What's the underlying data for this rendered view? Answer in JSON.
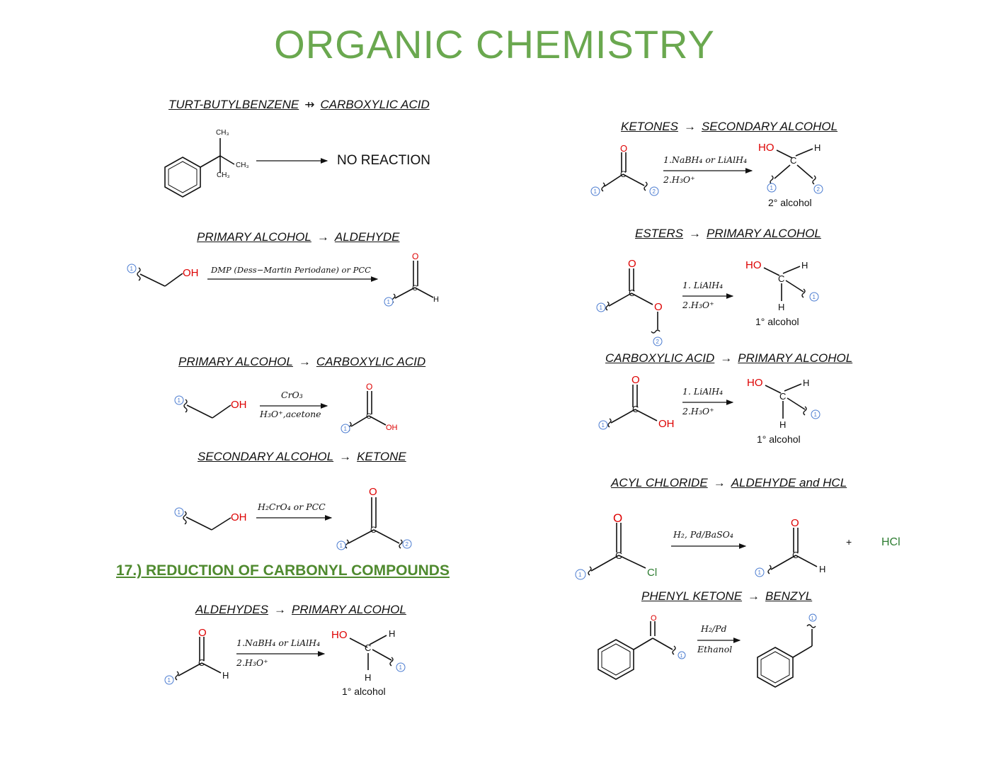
{
  "title": "ORGANIC CHEMISTRY",
  "section_heading": "17.) REDUCTION OF CARBONYL COMPOUNDS",
  "reactions": {
    "r1": {
      "reactant": "TURT-BUTYLBENZENE",
      "symbol": "⇸",
      "product": "CARBOXYLIC ACID",
      "result": "NO REACTION",
      "sub1": "CH₃",
      "sub2": "CH₃",
      "sub3": "CH₃"
    },
    "r2": {
      "reactant": "PRIMARY ALCOHOL",
      "symbol": "→",
      "product": "ALDEHYDE",
      "reagent": "DMP (Dess−Martin Periodane) or PCC"
    },
    "r3": {
      "reactant": "PRIMARY ALCOHOL",
      "symbol": "→",
      "product": "CARBOXYLIC ACID",
      "reagent_top": "CrO₃",
      "reagent_bottom": "H₃O⁺,acetone"
    },
    "r4": {
      "reactant": "SECONDARY ALCOHOL",
      "symbol": "→",
      "product": "KETONE",
      "reagent": "H₂CrO₄ or PCC"
    },
    "r5": {
      "reactant": "ALDEHYDES",
      "symbol": "→",
      "product": "PRIMARY ALCOHOL",
      "reagent_top": "1.NaBH₄ or LiAlH₄",
      "reagent_bottom": "2.H₃O⁺",
      "product_label": "1° alcohol"
    },
    "r6": {
      "reactant": "KETONES",
      "symbol": "→",
      "product": "SECONDARY ALCOHOL",
      "reagent_top": "1.NaBH₄ or LiAlH₄",
      "reagent_bottom": "2.H₃O⁺",
      "product_label": "2° alcohol"
    },
    "r7": {
      "reactant": "ESTERS",
      "symbol": "→",
      "product": "PRIMARY ALCOHOL",
      "reagent_top": "1. LiAlH₄",
      "reagent_bottom": "2.H₃O⁺",
      "product_label": "1° alcohol"
    },
    "r8": {
      "reactant": "CARBOXYLIC ACID",
      "symbol": "→",
      "product": "PRIMARY ALCOHOL",
      "reagent_top": "1. LiAlH₄",
      "reagent_bottom": "2.H₃O⁺",
      "product_label": "1° alcohol"
    },
    "r9": {
      "reactant": "ACYL CHLORIDE",
      "symbol": "→",
      "product": "ALDEHYDE and HCL",
      "reagent": "H₂, Pd/BaSO₄",
      "plus": "+",
      "byproduct": "HCl"
    },
    "r10": {
      "reactant": "PHENYL KETONE",
      "symbol": "→",
      "product": "BENZYL",
      "reagent_top": "H₂/Pd",
      "reagent_bottom": "Ethanol"
    }
  },
  "atoms": {
    "O": "O",
    "OH": "OH",
    "HO": "HO",
    "H": "H",
    "C": "C",
    "Cl": "Cl",
    "n1": "1",
    "n2": "2"
  },
  "colors": {
    "title": "#6aa84f",
    "section": "#4f8a2f",
    "oxygen": "#dd0000",
    "number_circle": "#4a7bd0"
  }
}
